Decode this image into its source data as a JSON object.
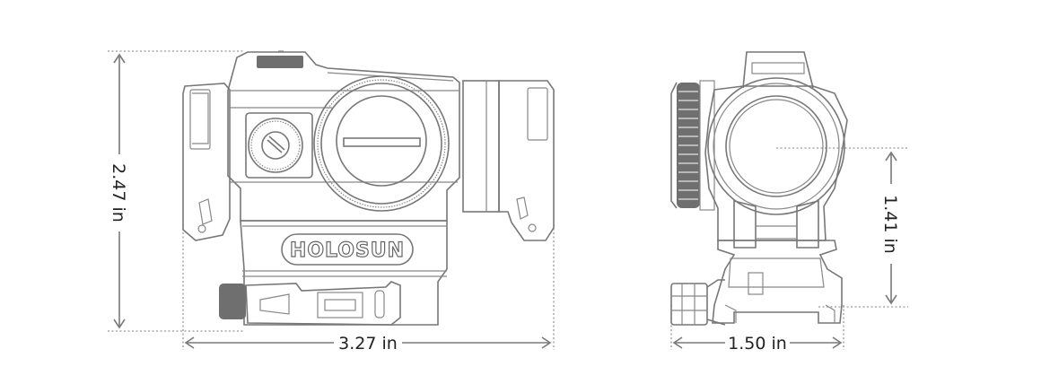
{
  "diagram": {
    "subject": "Holosun red dot sight dimension drawing",
    "side_view": {
      "brand_logo": "HOLOSUN",
      "height_label": "2.47 in",
      "length_label": "3.27 in"
    },
    "front_view": {
      "width_label": "1.50 in",
      "optical_axis_height_label": "1.41 in"
    },
    "colors": {
      "line": "#777777",
      "text": "#222222",
      "background": "#ffffff"
    }
  }
}
